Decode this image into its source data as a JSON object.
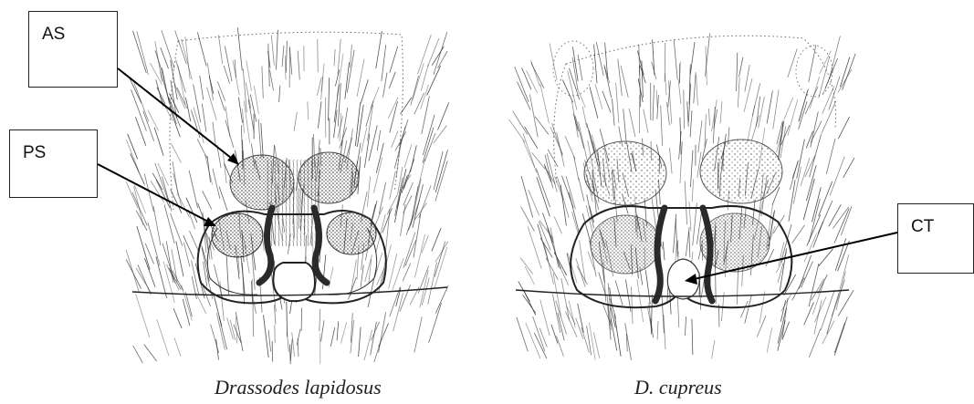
{
  "labels": {
    "as": "AS",
    "ps": "PS",
    "ct": "CT"
  },
  "captions": {
    "left": "Drassodes lapidosus",
    "right": "D. cupreus"
  },
  "colors": {
    "ink": "#222222",
    "stipple": "#555555",
    "duct": "#2a2a2a",
    "paper": "#ffffff"
  }
}
